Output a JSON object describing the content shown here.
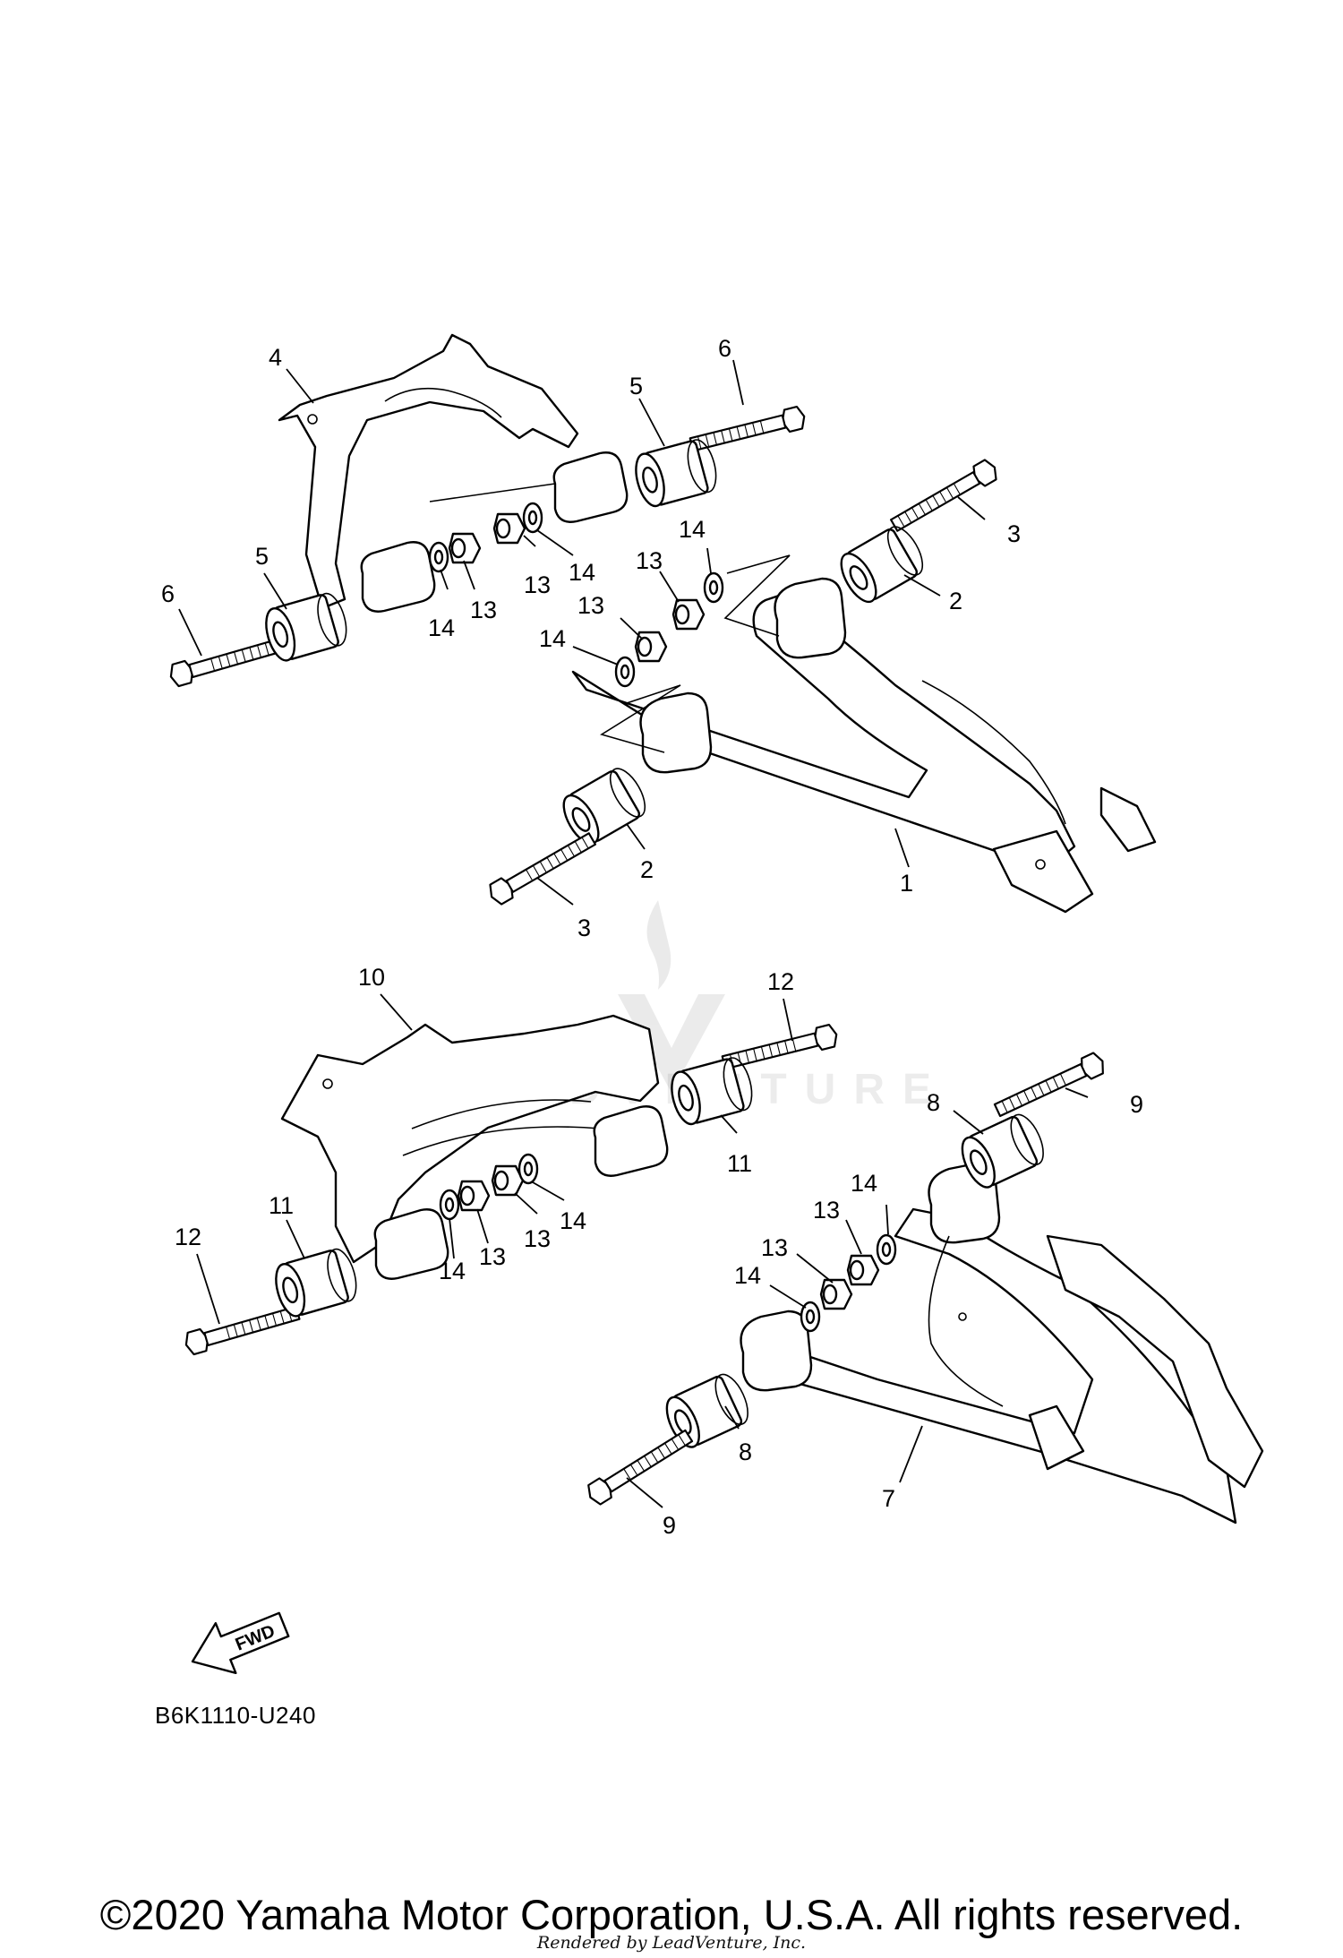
{
  "diagram": {
    "callouts": [
      "1",
      "2",
      "3",
      "4",
      "5",
      "6",
      "7",
      "8",
      "9",
      "10",
      "11",
      "12",
      "13",
      "14"
    ],
    "fwd_label": "FWD",
    "diagram_code": "B6K1110-U240"
  },
  "watermark": {
    "text": "LEADVENTURE"
  },
  "footer": {
    "copyright": "©2020 Yamaha Motor Corporation, U.S.A. All rights reserved.",
    "rendered_by": "Rendered by LeadVenture, Inc."
  }
}
